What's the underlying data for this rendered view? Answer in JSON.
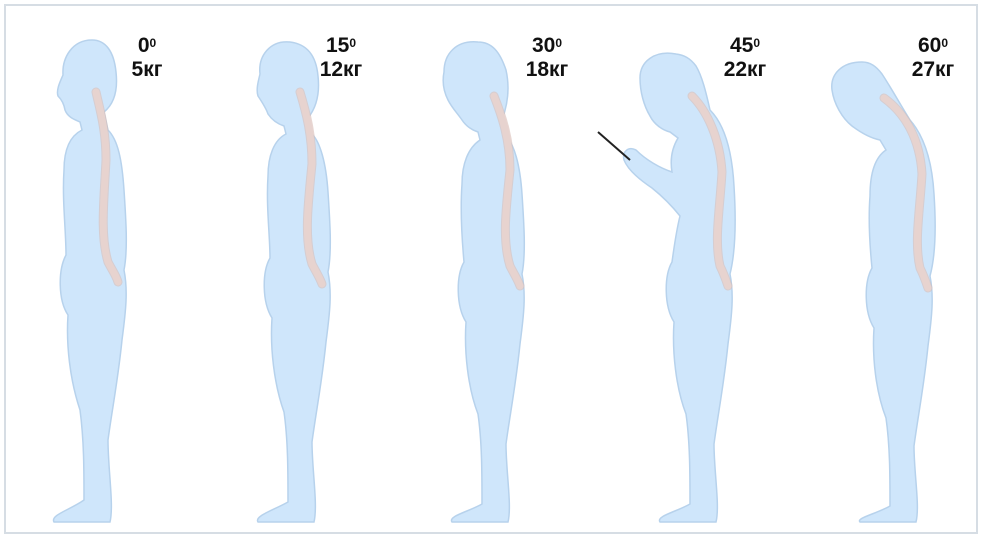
{
  "figures": [
    {
      "angle": "0",
      "degree_mark": "0",
      "weight": "5кг"
    },
    {
      "angle": "15",
      "degree_mark": "0",
      "weight": "12кг"
    },
    {
      "angle": "30",
      "degree_mark": "0",
      "weight": "18кг"
    },
    {
      "angle": "45",
      "degree_mark": "0",
      "weight": "22кг"
    },
    {
      "angle": "60",
      "degree_mark": "0",
      "weight": "27кг"
    }
  ],
  "colors": {
    "body_fill": "#cfe6fb",
    "body_stroke": "#b7d2ec",
    "spine": "#e7d3cf",
    "frame": "#d6dde4"
  },
  "icons": [
    "phone-icon"
  ]
}
